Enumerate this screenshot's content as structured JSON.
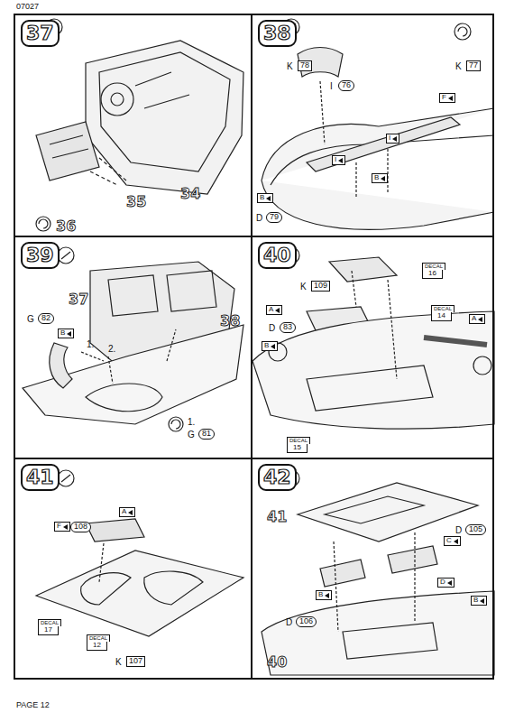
{
  "diagram": {
    "nodes": [
      {
        "text": [
          "37"
        ]
      },
      {
        "text": [
          "38"
        ]
      },
      {
        "text": [
          "39"
        ]
      },
      {
        "text": [
          "40"
        ]
      },
      {
        "text": [
          "41"
        ]
      },
      {
        "text": [
          "42"
        ]
      }
    ],
    "labels": [
      "07027",
      "34",
      "35",
      "36",
      "K",
      "78",
      "I",
      "76",
      "K",
      "77",
      "F",
      "I",
      "I",
      "B",
      "B",
      "D",
      "79",
      "37",
      "G",
      "82",
      "B",
      "1.",
      "2.",
      "38",
      "1.",
      "G",
      "81",
      "K",
      "109",
      "DECAL",
      "16",
      "A",
      "D",
      "83",
      "DECAL",
      "14",
      "A",
      "B",
      "DECAL",
      "15",
      "A",
      "F",
      "108",
      "DECAL",
      "17",
      "DECAL",
      "12",
      "K",
      "107",
      "41",
      "D",
      "105",
      "B",
      "C",
      "D",
      "106",
      "D",
      "B",
      "40",
      "PAGE 12"
    ]
  }
}
